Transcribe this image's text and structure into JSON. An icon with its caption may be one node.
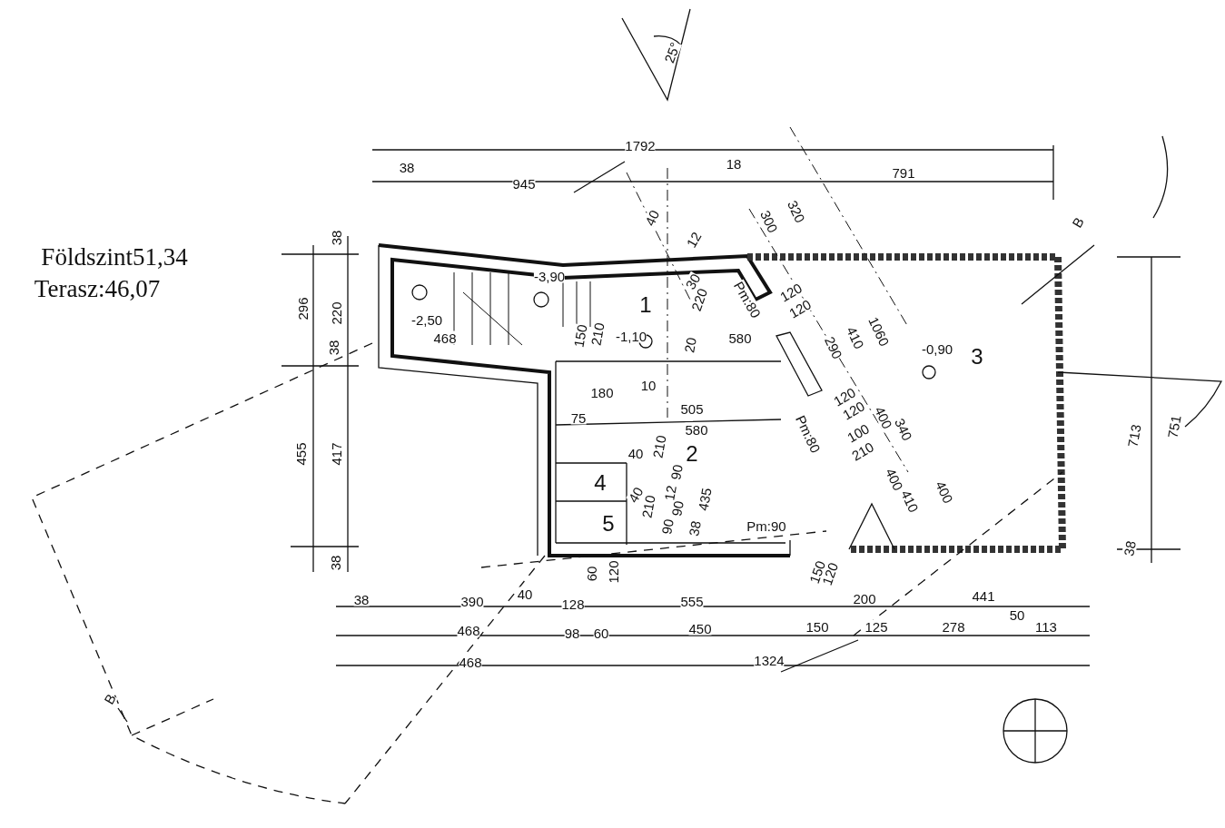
{
  "diagram": {
    "labels": [
      "Földszint51,34",
      "Terasz:46,07",
      "25°",
      "1792",
      "38",
      "945",
      "18",
      "791",
      "40",
      "300",
      "320",
      "38",
      "B",
      "296",
      "220",
      "38",
      "-3,90",
      "12",
      "30",
      "-2,50",
      "1",
      "-1,10",
      "220",
      "Pm:80",
      "120",
      "120",
      "150",
      "210",
      "468",
      "20",
      "580",
      "290",
      "410",
      "1060",
      "-0,90",
      "3",
      "180",
      "10",
      "505",
      "75",
      "580",
      "Pm:80",
      "120",
      "120",
      "100",
      "210",
      "400",
      "340",
      "400",
      "410",
      "400",
      "2",
      "40",
      "210",
      "4",
      "90",
      "40",
      "210",
      "12",
      "5",
      "90",
      "435",
      "90",
      "38",
      "Pm:90",
      "455",
      "417",
      "38",
      "713",
      "751",
      "38",
      "150",
      "120",
      "60",
      "120",
      "38",
      "390",
      "40",
      "128",
      "555",
      "200",
      "441",
      "468",
      "98",
      "60",
      "450",
      "150",
      "125",
      "278",
      "50",
      "113",
      "468",
      "1324",
      "B"
    ]
  }
}
